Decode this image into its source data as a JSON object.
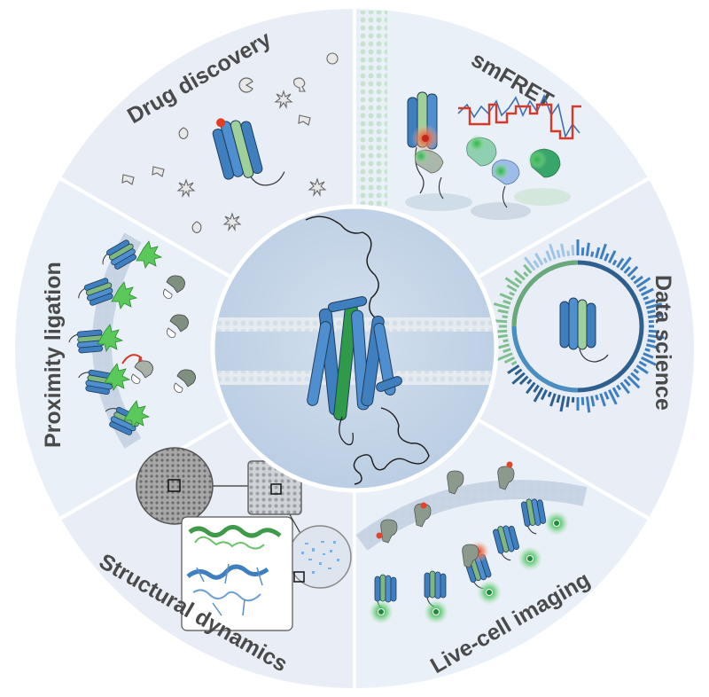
{
  "wheel": {
    "labels": {
      "drug_discovery": "Drug discovery",
      "smfret": "smFRET",
      "data_science": "Data science",
      "live_cell_imaging": "Live-cell imaging",
      "structural_dynamics": "Structural dynamics",
      "proximity_ligation": "Proximity ligation"
    }
  },
  "colors": {
    "segment_fill": "#eaf0f8",
    "segment_border": "#ffffff",
    "center_fill": "#c9d8ea",
    "receptor_blue": "#3f7fc0",
    "receptor_green": "#2f9a4a",
    "label_gray": "#4a4a4a",
    "glow_green": "#3cb55a",
    "glow_red": "#e2452b",
    "ligand_gray": "#9aa4ad"
  },
  "icons": {
    "receptor": "gpcr-helix-bundle-icon",
    "ligand": "small-molecule-ligand-icon",
    "fluorophore": "fluorophore-glow-icon",
    "cryo_em_grid": "cryo-em-grid-icon"
  }
}
